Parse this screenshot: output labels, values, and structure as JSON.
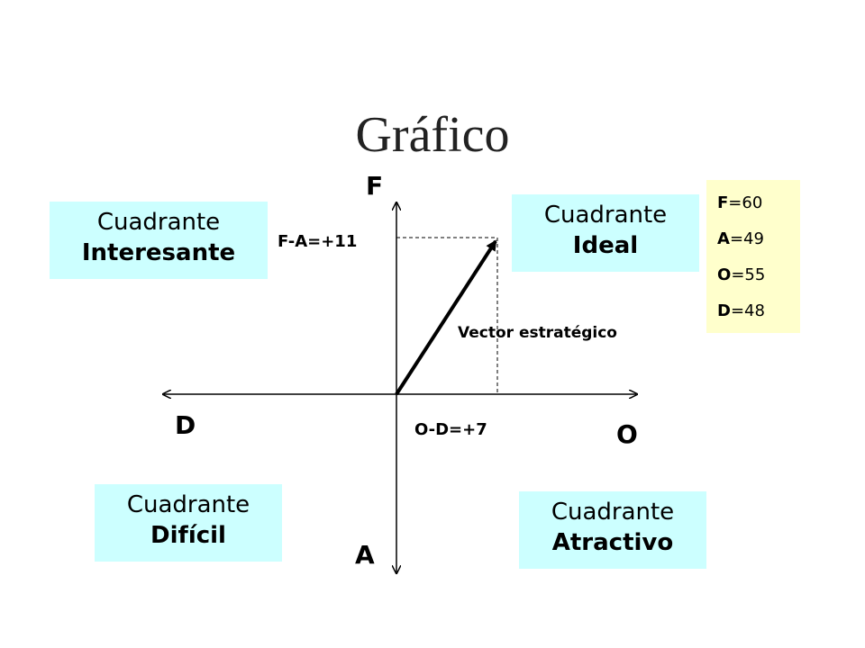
{
  "title": "Gráfico",
  "quadrants": {
    "interesante": {
      "label": "Cuadrante",
      "name": "Interesante"
    },
    "ideal": {
      "label": "Cuadrante",
      "name": "Ideal"
    },
    "dificil": {
      "label": "Cuadrante",
      "name": "Difícil"
    },
    "atractivo": {
      "label": "Cuadrante",
      "name": "Atractivo"
    }
  },
  "axes": {
    "top": "F",
    "bottom": "A",
    "left": "D",
    "right": "O"
  },
  "labels": {
    "fa_diff": "F-A=+11",
    "od_diff": "O-D=+7",
    "vector": "Vector estratégico"
  },
  "values": [
    {
      "key": "F",
      "value": "=60"
    },
    {
      "key": "A",
      "value": "=49"
    },
    {
      "key": "O",
      "value": "=55"
    },
    {
      "key": "D",
      "value": "=48"
    }
  ],
  "colors": {
    "quadrant_bg": "#ccffff",
    "values_bg": "#ffffcc",
    "line": "#000000"
  }
}
